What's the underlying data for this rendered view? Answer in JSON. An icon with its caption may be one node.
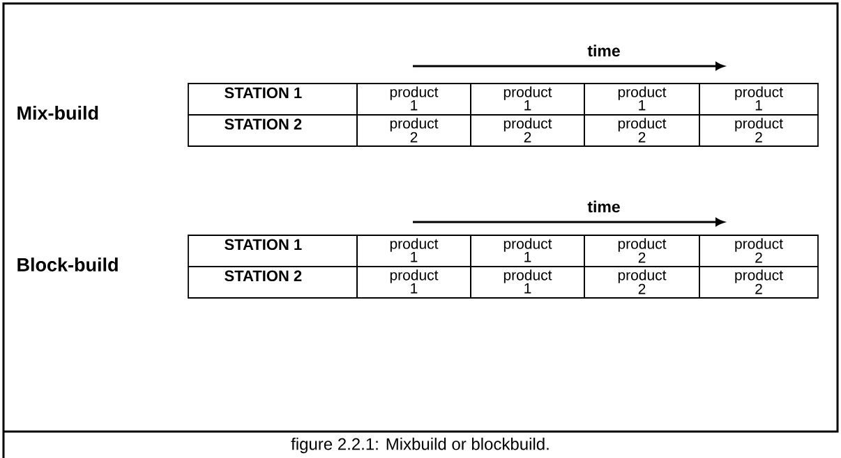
{
  "diagram": {
    "caption": "figure 2.2.1: Mixbuild or blockbuild.",
    "labels": [
      "time",
      "Mix-build",
      "STATION 1",
      "product 1",
      "product 1",
      "product 1",
      "product 1",
      "STATION 2",
      "product 2",
      "product 2",
      "product 2",
      "product 2",
      "time",
      "Block-build",
      "STATION 1",
      "product 1",
      "product 1",
      "product 2",
      "product 2",
      "STATION 2",
      "product 1",
      "product 1",
      "product 2",
      "product 2"
    ]
  }
}
